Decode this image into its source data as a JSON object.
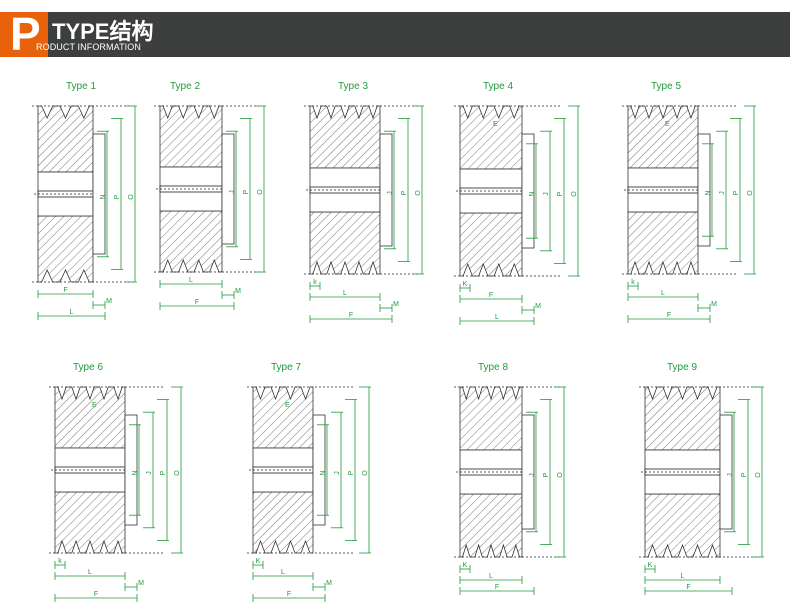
{
  "header": {
    "logo_letter": "P",
    "title": "TYPE结构",
    "subtitle": "RODUCT INFORMATION"
  },
  "colors": {
    "accent": "#e8620c",
    "bar": "#3d3f3f",
    "dimension": "#1f9a3a",
    "line": "#333333"
  },
  "types": [
    {
      "title": "Type 1",
      "vertical": [
        "N",
        "P",
        "O"
      ],
      "horizontal": [
        "F",
        "M",
        "L"
      ],
      "grooves": 3
    },
    {
      "title": "Type 2",
      "vertical": [
        "J",
        "P",
        "O"
      ],
      "horizontal": [
        "L",
        "M",
        "F"
      ],
      "grooves": 4
    },
    {
      "title": "Type 3",
      "vertical": [
        "J",
        "P",
        "O"
      ],
      "horizontal": [
        "k",
        "L",
        "M",
        "F"
      ],
      "grooves": 5
    },
    {
      "title": "Type 4",
      "vertical": [
        "N",
        "J",
        "P",
        "O"
      ],
      "horizontal": [
        "K",
        "F",
        "M",
        "L"
      ],
      "grooves": 4,
      "top_label": "E"
    },
    {
      "title": "Type 5",
      "vertical": [
        "N",
        "J",
        "P",
        "O"
      ],
      "horizontal": [
        "k",
        "L",
        "M",
        "F"
      ],
      "grooves": 5,
      "top_label": "E"
    },
    {
      "title": "Type 6",
      "vertical": [
        "N",
        "J",
        "P",
        "O"
      ],
      "horizontal": [
        "k",
        "L",
        "M",
        "F"
      ],
      "grooves": 5,
      "top_label": "E"
    },
    {
      "title": "Type 7",
      "vertical": [
        "N",
        "J",
        "P",
        "O"
      ],
      "horizontal": [
        "K",
        "L",
        "M",
        "F"
      ],
      "grooves": 4,
      "top_label": "E"
    },
    {
      "title": "Type 8",
      "vertical": [
        "J",
        "P",
        "O"
      ],
      "horizontal": [
        "K",
        "L",
        "F"
      ],
      "grooves": 5
    },
    {
      "title": "Type 9",
      "vertical": [
        "J",
        "P",
        "O"
      ],
      "horizontal": [
        "K",
        "L",
        "F"
      ],
      "grooves": 5
    }
  ]
}
